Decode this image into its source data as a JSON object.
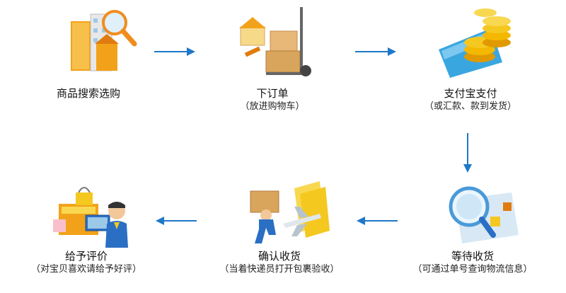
{
  "steps": [
    {
      "title": "商品搜索选购",
      "subtitle": ""
    },
    {
      "title": "下订单",
      "subtitle": "（放进购物车）"
    },
    {
      "title": "支付宝支付",
      "subtitle": "（或汇款、款到发货）"
    },
    {
      "title": "等待收货",
      "subtitle": "（可通过单号查询物流信息）"
    },
    {
      "title": "确认收货",
      "subtitle": "（当着快递员打开包裹验收）"
    },
    {
      "title": "给予评价",
      "subtitle": "（对宝贝喜欢请给予好评）"
    }
  ],
  "colors": {
    "arrow": "#1e78c8",
    "building": "#f2a21a",
    "box": "#d9a55c",
    "coin": "#f5b800",
    "card": "#3aa6e0",
    "magnifier": "#4a9ad8",
    "person_shirt": "#2b6fc4"
  }
}
